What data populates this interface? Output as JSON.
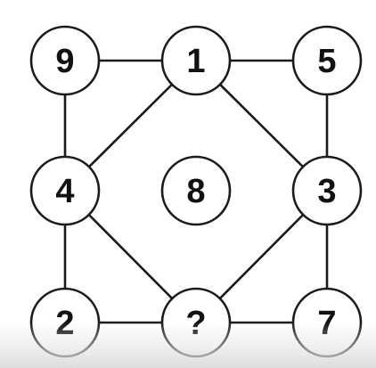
{
  "nodes": {
    "top_left": "9",
    "top_center": "1",
    "top_right": "5",
    "middle_left": "4",
    "center": "8",
    "middle_right": "3",
    "bottom_left": "2",
    "bottom_center": "?",
    "bottom_right": "7"
  },
  "colors": {
    "line": "#1a1a1a",
    "node_fill": "#ffffff",
    "text": "#111111",
    "background": "#ffffff"
  }
}
